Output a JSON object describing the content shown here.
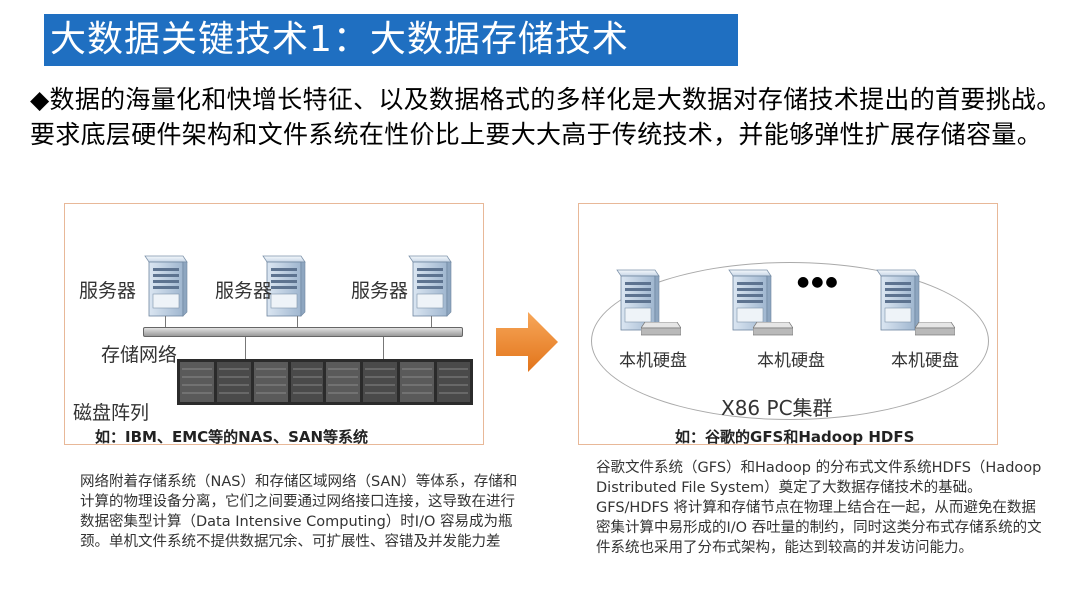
{
  "title": "大数据关键技术1：大数据存储技术",
  "intro": "◆数据的海量化和快增长特征、以及数据格式的多样化是大数据对存储技术提出的首要挑战。要求底层硬件架构和文件系统在性价比上要大大高于传统技术，并能够弹性扩展存储容量。",
  "left_panel": {
    "servers": [
      "服务器",
      "服务器",
      "服务器"
    ],
    "network_label": "存储网络",
    "disk_array_label": "磁盘阵列",
    "caption": "如：IBM、EMC等的NAS、SAN等系统"
  },
  "right_panel": {
    "disks": [
      "本机硬盘",
      "本机硬盘",
      "本机硬盘"
    ],
    "dots": "●●●",
    "cluster_label": "X86 PC集群",
    "caption": "如：谷歌的GFS和Hadoop HDFS"
  },
  "left_description": "网络附着存储系统（NAS）和存储区域网络（SAN）等体系，存储和计算的物理设备分离，它们之间要通过网络接口连接，这导致在进行数据密集型计算（Data Intensive Computing）时I/O 容易成为瓶颈。单机文件系统不提供数据冗余、可扩展性、容错及并发能力差",
  "right_description": "谷歌文件系统（GFS）和Hadoop 的分布式文件系统HDFS（Hadoop Distributed File System）奠定了大数据存储技术的基础。GFS/HDFS 将计算和存储节点在物理上结合在一起，从而避免在数据密集计算中易形成的I/O 吞吐量的制约，同时这类分布式存储系统的文件系统也采用了分布式架构，能达到较高的并发访问能力。",
  "colors": {
    "title_bg": "#1f6fc1",
    "arrow": "#f08a24",
    "panel_border": "#e8b898"
  }
}
